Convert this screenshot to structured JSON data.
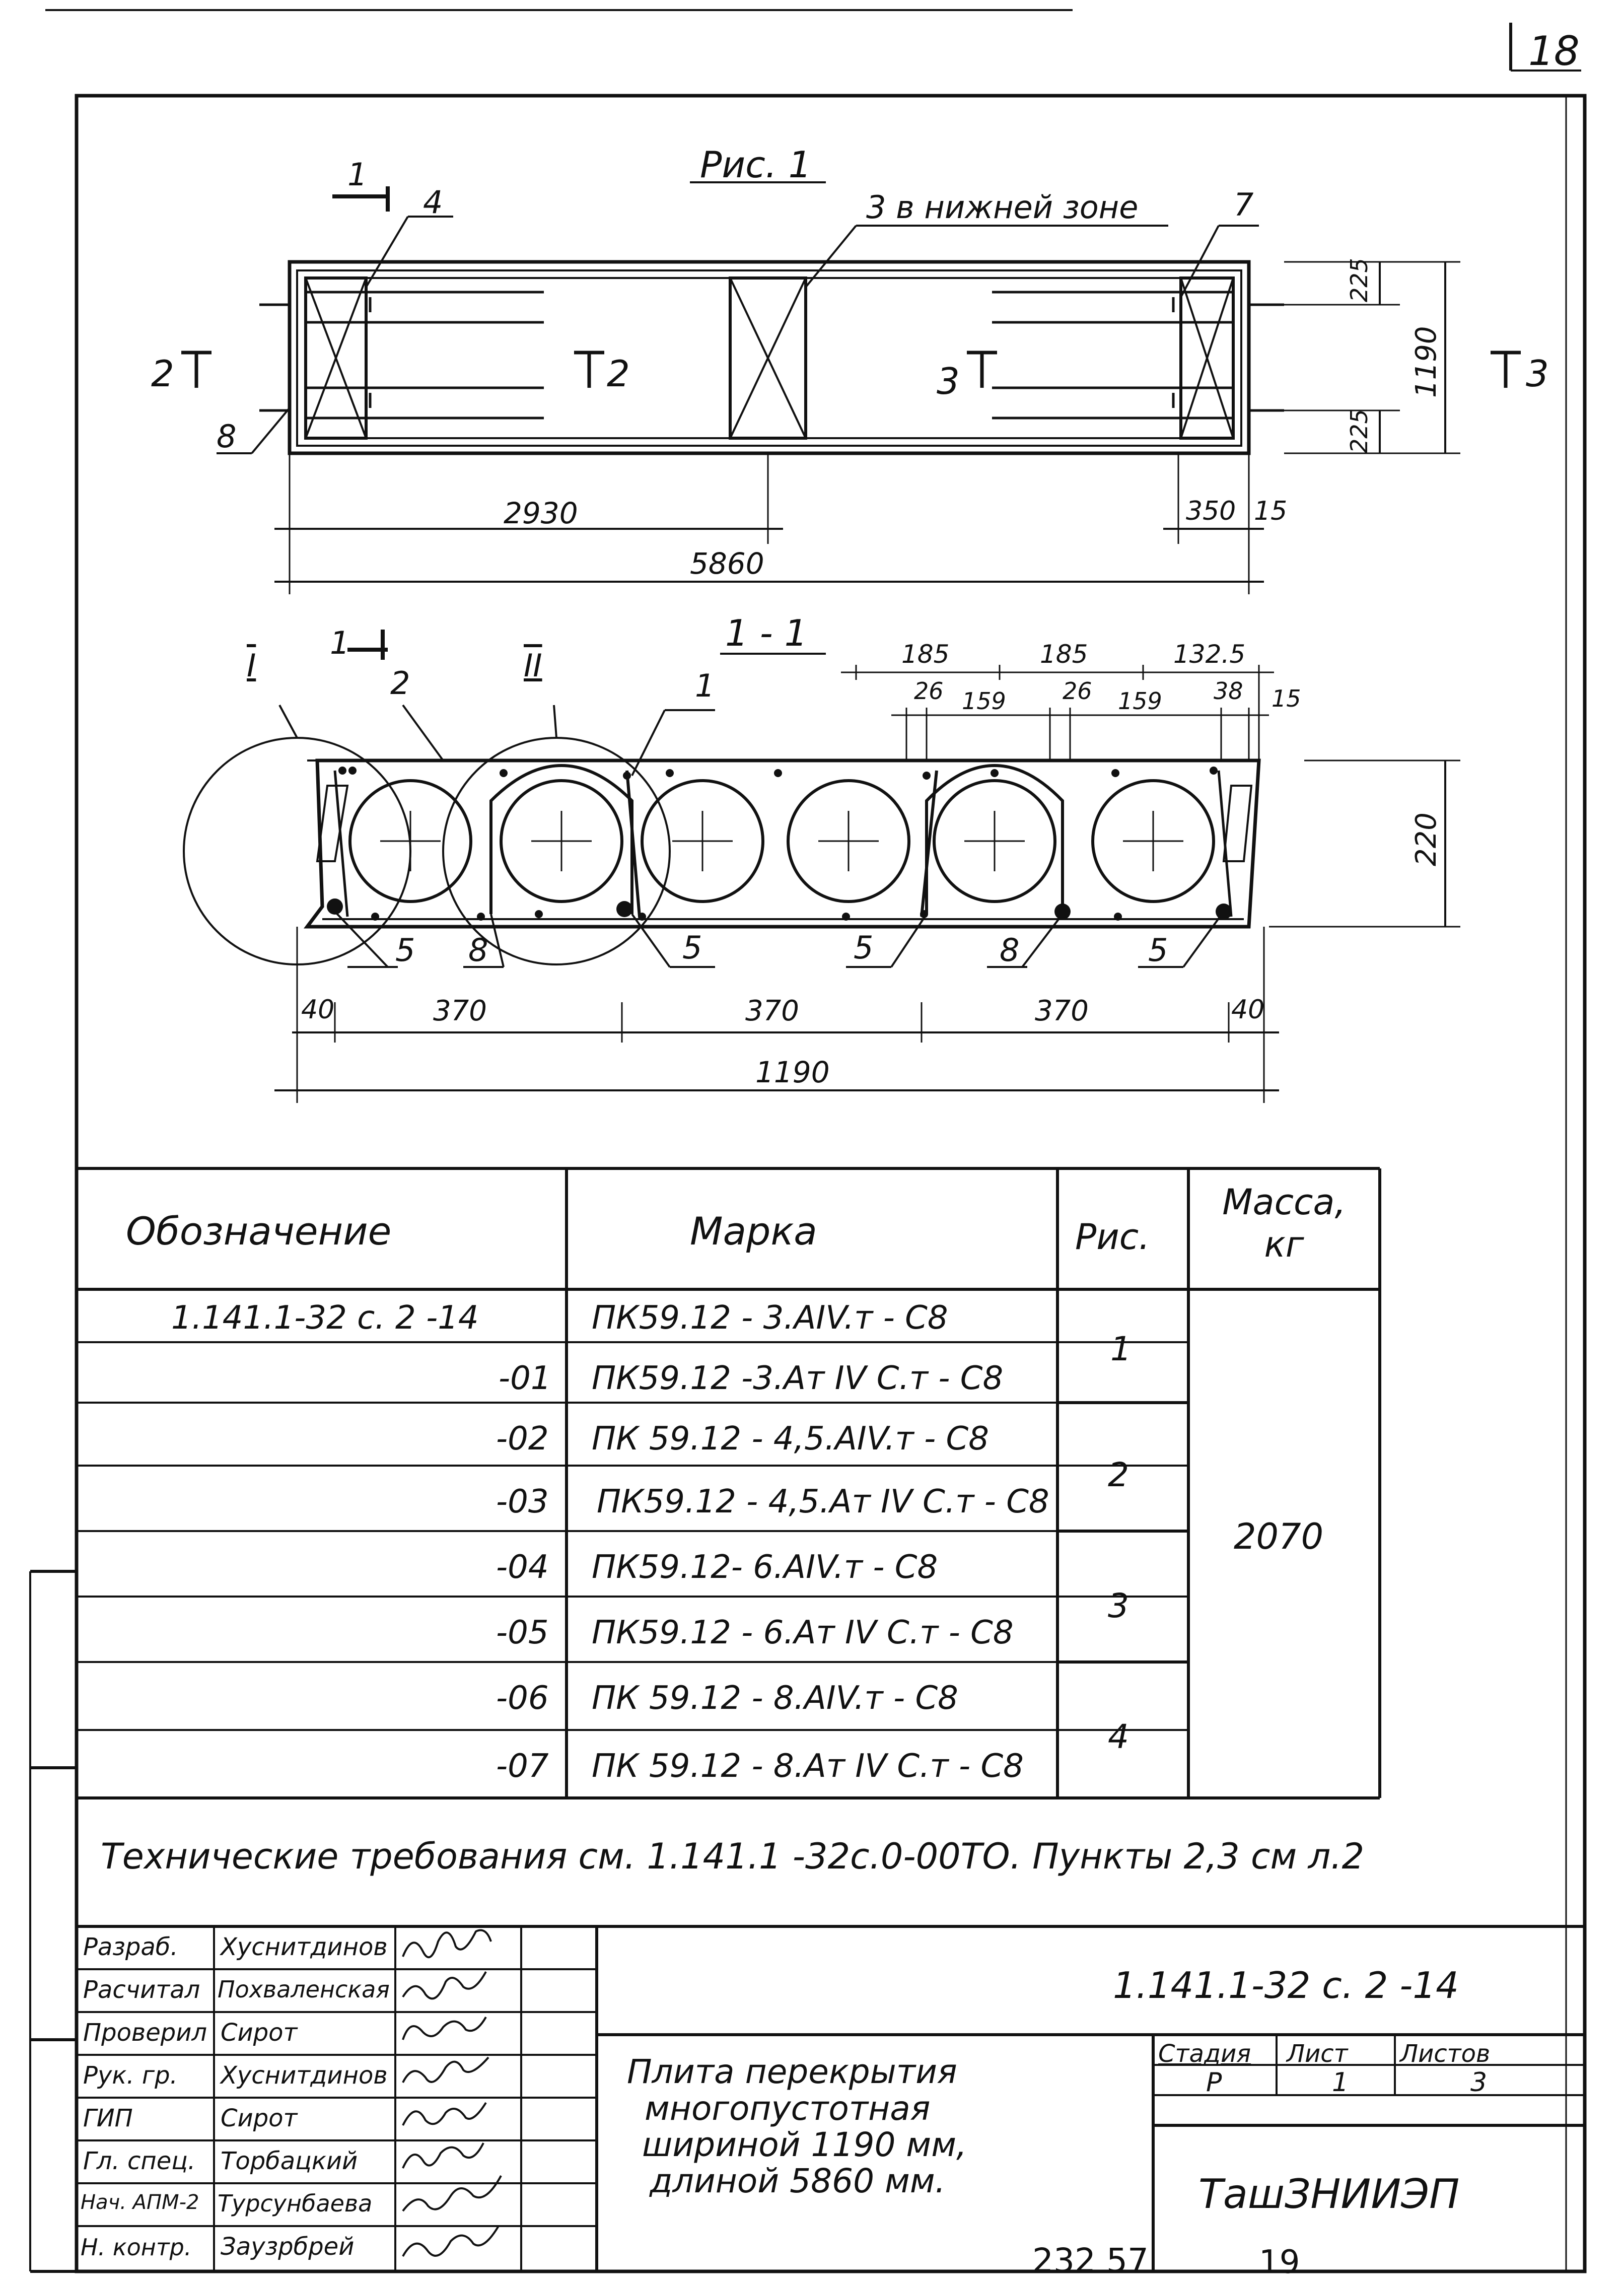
{
  "sheet_number": "18",
  "fig": {
    "title": "Рис. 1",
    "callout_4": "4",
    "callout_3": "3 в нижней зоне",
    "callout_7": "7",
    "callout_8": "8",
    "section_1": "1",
    "section_2": "2",
    "section_3": "3",
    "dim_225_top": "225",
    "dim_225_bot": "225",
    "dim_1190_v": "1190",
    "dim_2930": "2930",
    "dim_5860": "5860",
    "dim_350": "350",
    "dim_15": "15"
  },
  "section": {
    "title": "1 - 1",
    "mark_1": "1",
    "callout_I": "I",
    "callout_II": "II",
    "callout_2": "2",
    "callout_1": "1",
    "dim_185_a": "185",
    "dim_185_b": "185",
    "dim_132_5": "132.5",
    "dim_26_a": "26",
    "dim_159_a": "159",
    "dim_26_b": "26",
    "dim_159_b": "159",
    "dim_38": "38",
    "dim_15": "15",
    "dim_220": "220",
    "callout_5a": "5",
    "callout_8a": "8",
    "callout_5b": "5",
    "callout_5c": "5",
    "callout_8b": "8",
    "callout_5d": "5",
    "dim_40_l": "40",
    "dim_370_a": "370",
    "dim_370_b": "370",
    "dim_370_c": "370",
    "dim_40_r": "40",
    "dim_1190": "1190"
  },
  "table": {
    "headers": {
      "designation": "Обозначение",
      "mark": "Марка",
      "fig": "Рис.",
      "mass": "Масса, кг"
    },
    "rows": [
      {
        "designation": "1.141.1-32 с. 2 -14",
        "mark": "ПК59.12 - 3.АIV.т - С8"
      },
      {
        "designation": "-01",
        "mark": "ПК59.12 -3.Ат IV С.т - С8"
      },
      {
        "designation": "-02",
        "mark": "ПК 59.12 - 4,5.АIV.т - С8"
      },
      {
        "designation": "-03",
        "mark": "ПК59.12 - 4,5.Ат IV С.т - С8"
      },
      {
        "designation": "-04",
        "mark": "ПК59.12- 6.АIV.т - С8"
      },
      {
        "designation": "-05",
        "mark": "ПК59.12 - 6.Ат IV С.т - С8"
      },
      {
        "designation": "-06",
        "mark": "ПК 59.12 - 8.АIV.т - С8"
      },
      {
        "designation": "-07",
        "mark": "ПК 59.12 - 8.Ат IV С.т - С8"
      }
    ],
    "figs": [
      "1",
      "2",
      "3",
      "4"
    ],
    "mass": "2070"
  },
  "tech_req": "Технические требования см. 1.141.1 -32с.0-00ТО. Пункты 2,3 см л.2",
  "title_block": {
    "roles": [
      {
        "role": "Разраб.",
        "name": "Хуснитдинов"
      },
      {
        "role": "Расчитал",
        "name": "Похваленская"
      },
      {
        "role": "Проверил",
        "name": "Сирот"
      },
      {
        "role": "Рук. гр.",
        "name": "Хуснитдинов"
      },
      {
        "role": "ГИП",
        "name": "Сирот"
      },
      {
        "role": "Гл. спец.",
        "name": "Торбацкий"
      },
      {
        "role": "Нач. АПМ-2",
        "name": "Турсунбаева"
      },
      {
        "role": "Н. контр.",
        "name": "Заузрбрей"
      }
    ],
    "doc_code": "1.141.1-32 с. 2 -14",
    "name_lines": [
      "Плита перекрытия",
      "многопустотная",
      "шириной   1190 мм,",
      "длиной   5860 мм."
    ],
    "stage_label": "Стадия",
    "sheet_label": "Лист",
    "sheets_label": "Листов",
    "stage": "Р",
    "sheet": "1",
    "sheets": "3",
    "org": "ТашЗНИИЭП"
  },
  "footer": {
    "num_a": "232 57",
    "num_b": "19"
  }
}
